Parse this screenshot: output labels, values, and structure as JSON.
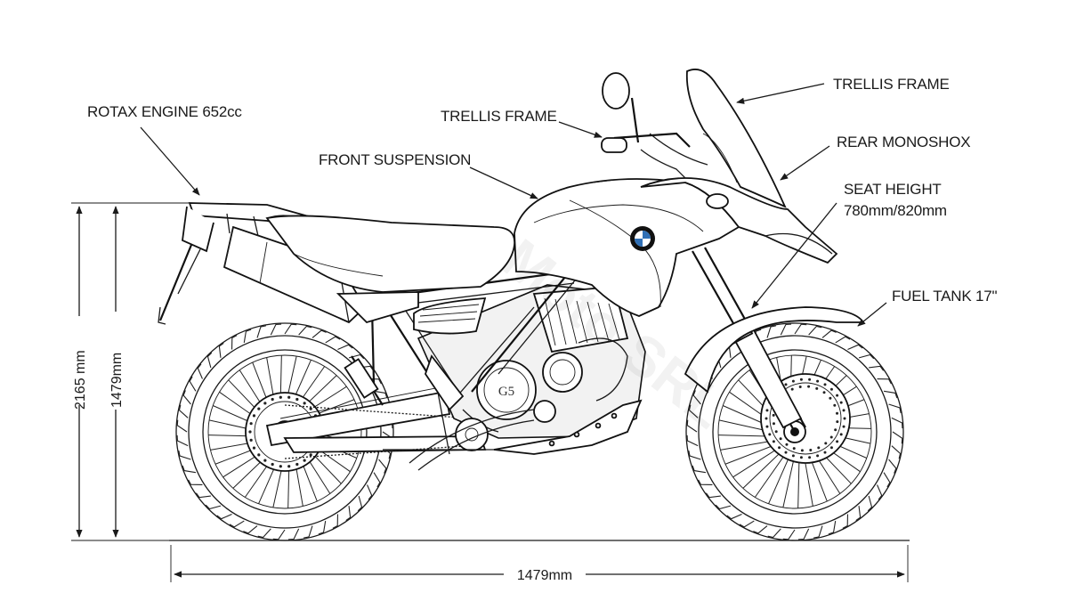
{
  "labels": {
    "rotax_engine": "ROTAX ENGINE 652cc",
    "trellis_frame_center": "TRELLIS FRAME",
    "front_suspension": "FRONT SUSPENSION",
    "trellis_frame_right": "TRELLIS FRAME",
    "rear_monoshox": "REAR MONOSHOX",
    "seat_height_title": "SEAT HEIGHT",
    "seat_height_value": "780mm/820mm",
    "fuel_tank": "FUEL TANK 17\""
  },
  "dimensions": {
    "overall_height": "2165 mm",
    "height_secondary": "1479mm",
    "wheelbase": "1479mm"
  },
  "badge": {
    "text": "G5"
  },
  "colors": {
    "line": "#1a1a1a",
    "background": "#ffffff",
    "badge_blue": "#2f6fb5"
  }
}
